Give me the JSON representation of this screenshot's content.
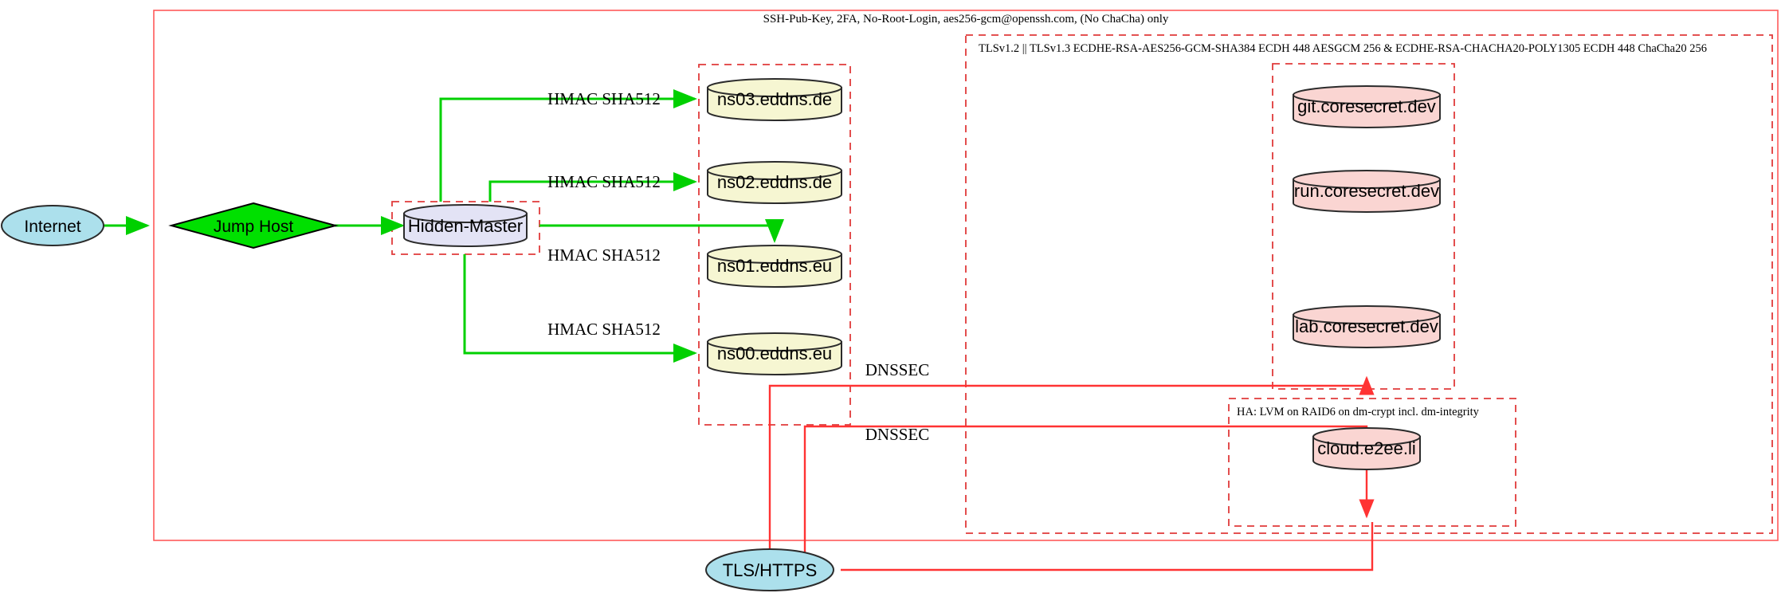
{
  "diagram": {
    "title_top": "SSH-Pub-Key, 2FA, No-Root-Login, aes256-gcm@openssh.com, (No ChaCha) only",
    "tls_cluster_label": "TLSv1.2 || TLSv1.3 ECDHE-RSA-AES256-GCM-SHA384 ECDH 448 AESGCM 256 & ECDHE-RSA-CHACHA20-POLY1305 ECDH 448 ChaCha20 256",
    "ha_cluster_label": "HA: LVM on RAID6 on dm-crypt incl. dm-integrity"
  },
  "nodes": {
    "internet": {
      "label": "Internet",
      "shape": "ellipse",
      "fill": "#ace0ec"
    },
    "jump_host": {
      "label": "Jump Host",
      "shape": "diamond",
      "fill": "#00e000"
    },
    "hidden_master": {
      "label": "Hidden-Master",
      "shape": "cylinder",
      "fill": "#e3e3f5"
    },
    "ns03": {
      "label": "ns03.eddns.de",
      "shape": "cylinder",
      "fill": "#f6f6d2"
    },
    "ns02": {
      "label": "ns02.eddns.de",
      "shape": "cylinder",
      "fill": "#f6f6d2"
    },
    "ns01": {
      "label": "ns01.eddns.eu",
      "shape": "cylinder",
      "fill": "#f6f6d2"
    },
    "ns00": {
      "label": "ns00.eddns.eu",
      "shape": "cylinder",
      "fill": "#f6f6d2"
    },
    "git": {
      "label": "git.coresecret.dev",
      "shape": "cylinder",
      "fill": "#fad5d2"
    },
    "run": {
      "label": "run.coresecret.dev",
      "shape": "cylinder",
      "fill": "#fad5d2"
    },
    "lab": {
      "label": "lab.coresecret.dev",
      "shape": "cylinder",
      "fill": "#fad5d2"
    },
    "cloud": {
      "label": "cloud.e2ee.li",
      "shape": "cylinder",
      "fill": "#fad5d2"
    },
    "tls_https": {
      "label": "TLS/HTTPS",
      "shape": "ellipse",
      "fill": "#ace0ec"
    }
  },
  "edge_labels": {
    "hmac_ns03": "HMAC SHA512",
    "hmac_ns02": "HMAC SHA512",
    "hmac_ns01": "HMAC SHA512",
    "hmac_ns00": "HMAC SHA512",
    "dnssec_upper": "DNSSEC",
    "dnssec_lower": "DNSSEC"
  },
  "colors": {
    "green_edge": "#00d000",
    "red_edge": "#ff3333",
    "cluster_border": "#e03a3a",
    "node_stroke": "#2b2b2b"
  }
}
